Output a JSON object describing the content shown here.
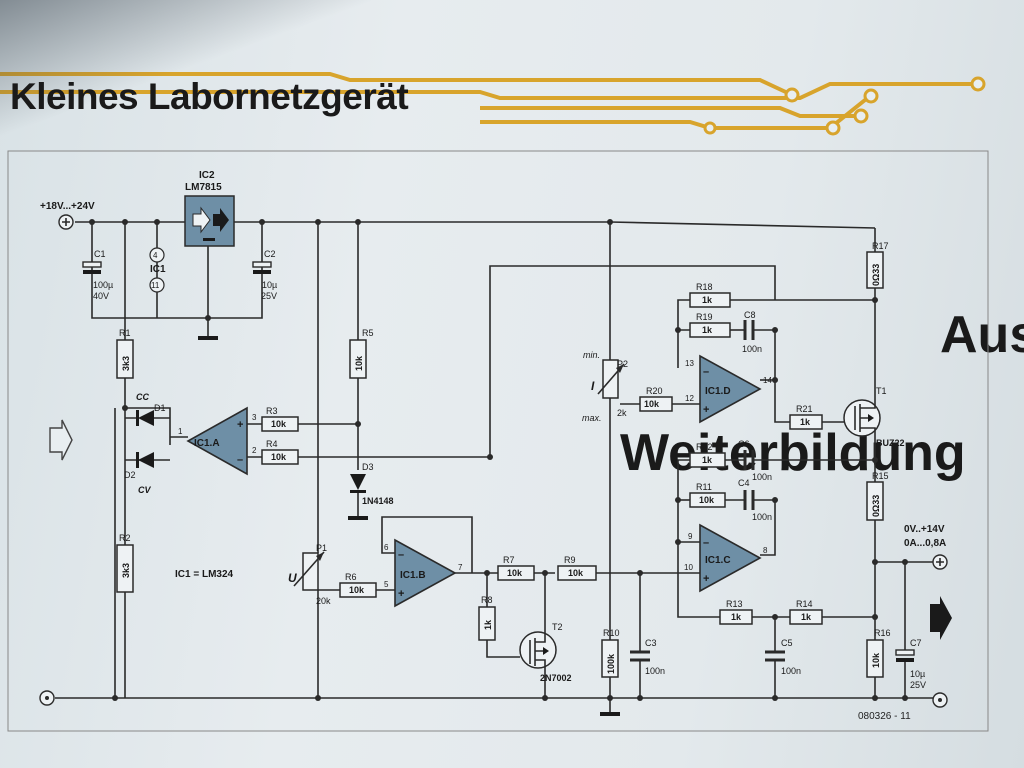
{
  "title": "Kleines Labornetzgerät",
  "figure_id": "080326 - 11",
  "colors": {
    "trace": "#d8a42c",
    "opamp_fill": "#6e8fa6",
    "wire": "#2a2a2a"
  },
  "power": {
    "input_label": "+18V...+24V",
    "output_voltage": "0V..+14V",
    "output_current": "0A...0,8A"
  },
  "regulator": {
    "name": "IC2",
    "part": "LM7815"
  },
  "ic1": {
    "name": "IC1",
    "pin_vcc": "4",
    "pin_gnd": "11",
    "note": "IC1 = LM324"
  },
  "opamps": {
    "a": "IC1.A",
    "b": "IC1.B",
    "c": "IC1.C",
    "d": "IC1.D",
    "minus": "–",
    "plus": "+"
  },
  "pins": {
    "a_out": "1",
    "a_in1": "3",
    "a_in2": "2",
    "b_in1": "6",
    "b_in2": "5",
    "b_out": "7",
    "c_in1": "9",
    "c_in2": "10",
    "c_out": "8",
    "d_in1": "13",
    "d_in2": "12",
    "d_out": "14"
  },
  "resistors": [
    {
      "ref": "R1",
      "value": "3k3"
    },
    {
      "ref": "R2",
      "value": "3k3"
    },
    {
      "ref": "R3",
      "value": "10k"
    },
    {
      "ref": "R4",
      "value": "10k"
    },
    {
      "ref": "R5",
      "value": "10k"
    },
    {
      "ref": "R6",
      "value": "10k"
    },
    {
      "ref": "R7",
      "value": "10k"
    },
    {
      "ref": "R8",
      "value": "1k"
    },
    {
      "ref": "R9",
      "value": "10k"
    },
    {
      "ref": "R10",
      "value": "100k"
    },
    {
      "ref": "R11",
      "value": "10k"
    },
    {
      "ref": "R12",
      "value": "1k"
    },
    {
      "ref": "R13",
      "value": "1k"
    },
    {
      "ref": "R14",
      "value": "1k"
    },
    {
      "ref": "R15",
      "value": "0Ω33"
    },
    {
      "ref": "R16",
      "value": "10k"
    },
    {
      "ref": "R17",
      "value": "0Ω33"
    },
    {
      "ref": "R18",
      "value": "1k"
    },
    {
      "ref": "R19",
      "value": "1k"
    },
    {
      "ref": "R20",
      "value": "10k"
    },
    {
      "ref": "R21",
      "value": "1k"
    }
  ],
  "capacitors": [
    {
      "ref": "C1",
      "value": "100µ",
      "rating": "40V"
    },
    {
      "ref": "C2",
      "value": "10µ",
      "rating": "25V"
    },
    {
      "ref": "C3",
      "value": "100n"
    },
    {
      "ref": "C4",
      "value": "100n"
    },
    {
      "ref": "C5",
      "value": "100n"
    },
    {
      "ref": "C6",
      "value": "100n"
    },
    {
      "ref": "C7",
      "value": "10µ",
      "rating": "25V"
    },
    {
      "ref": "C8",
      "value": "100n"
    }
  ],
  "pots": [
    {
      "ref": "P1",
      "value": "20k",
      "symbol": "U"
    },
    {
      "ref": "P2",
      "value": "2k",
      "symbol": "I",
      "min": "min.",
      "max": "max."
    }
  ],
  "diodes": [
    {
      "ref": "D1",
      "label": "CC"
    },
    {
      "ref": "D2",
      "label": "CV"
    },
    {
      "ref": "D3",
      "part": "1N4148"
    }
  ],
  "transistors": [
    {
      "ref": "T1",
      "part": "BUZ22"
    },
    {
      "ref": "T2",
      "part": "2N7002"
    }
  ]
}
